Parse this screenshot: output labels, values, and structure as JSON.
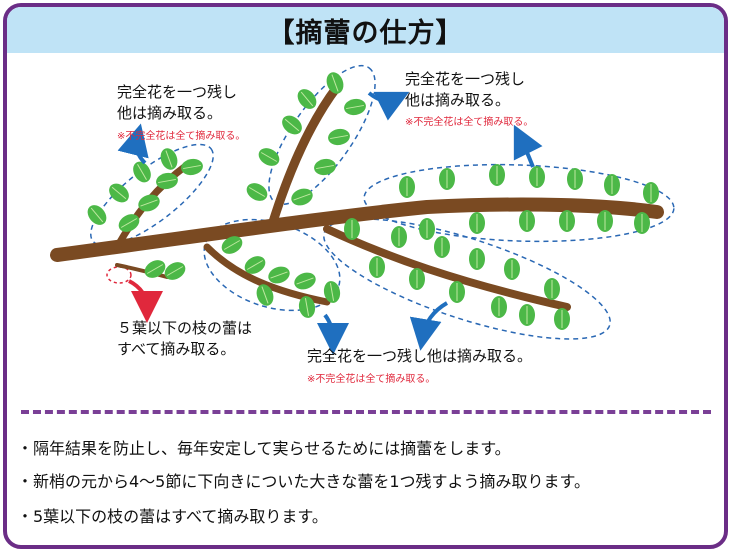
{
  "title": "【摘蕾の仕方】",
  "labels": {
    "top_left_1": "完全花を一つ残し",
    "top_left_2": "他は摘み取る。",
    "top_left_note": "※不完全花は全て摘み取る。",
    "top_right_1": "完全花を一つ残し",
    "top_right_2": "他は摘み取る。",
    "top_right_note": "※不完全花は全て摘み取る。",
    "bottom_left_1": "５葉以下の枝の蕾は",
    "bottom_left_2": "すべて摘み取る。",
    "bottom_right_1": "完全花を一つ残し他は摘み取る。",
    "bottom_right_note": "※不完全花は全て摘み取る。"
  },
  "bullets": [
    "・隔年結果を防止し、毎年安定して実らせるためには摘蕾をします。",
    "・新梢の元から4～5節に下向きについた大きな蕾を1つ残すよう摘み取ります。",
    "・5葉以下の枝の蕾はすべて摘み取ります。"
  ],
  "colors": {
    "frame": "#6b2d86",
    "header": "#bfe3f6",
    "branch": "#7a4a22",
    "leaf": "#4cb847",
    "dashed": "#2a68b4",
    "arrow_blue": "#1f6fbf",
    "arrow_red": "#e0283c",
    "note": "#e0283c"
  }
}
